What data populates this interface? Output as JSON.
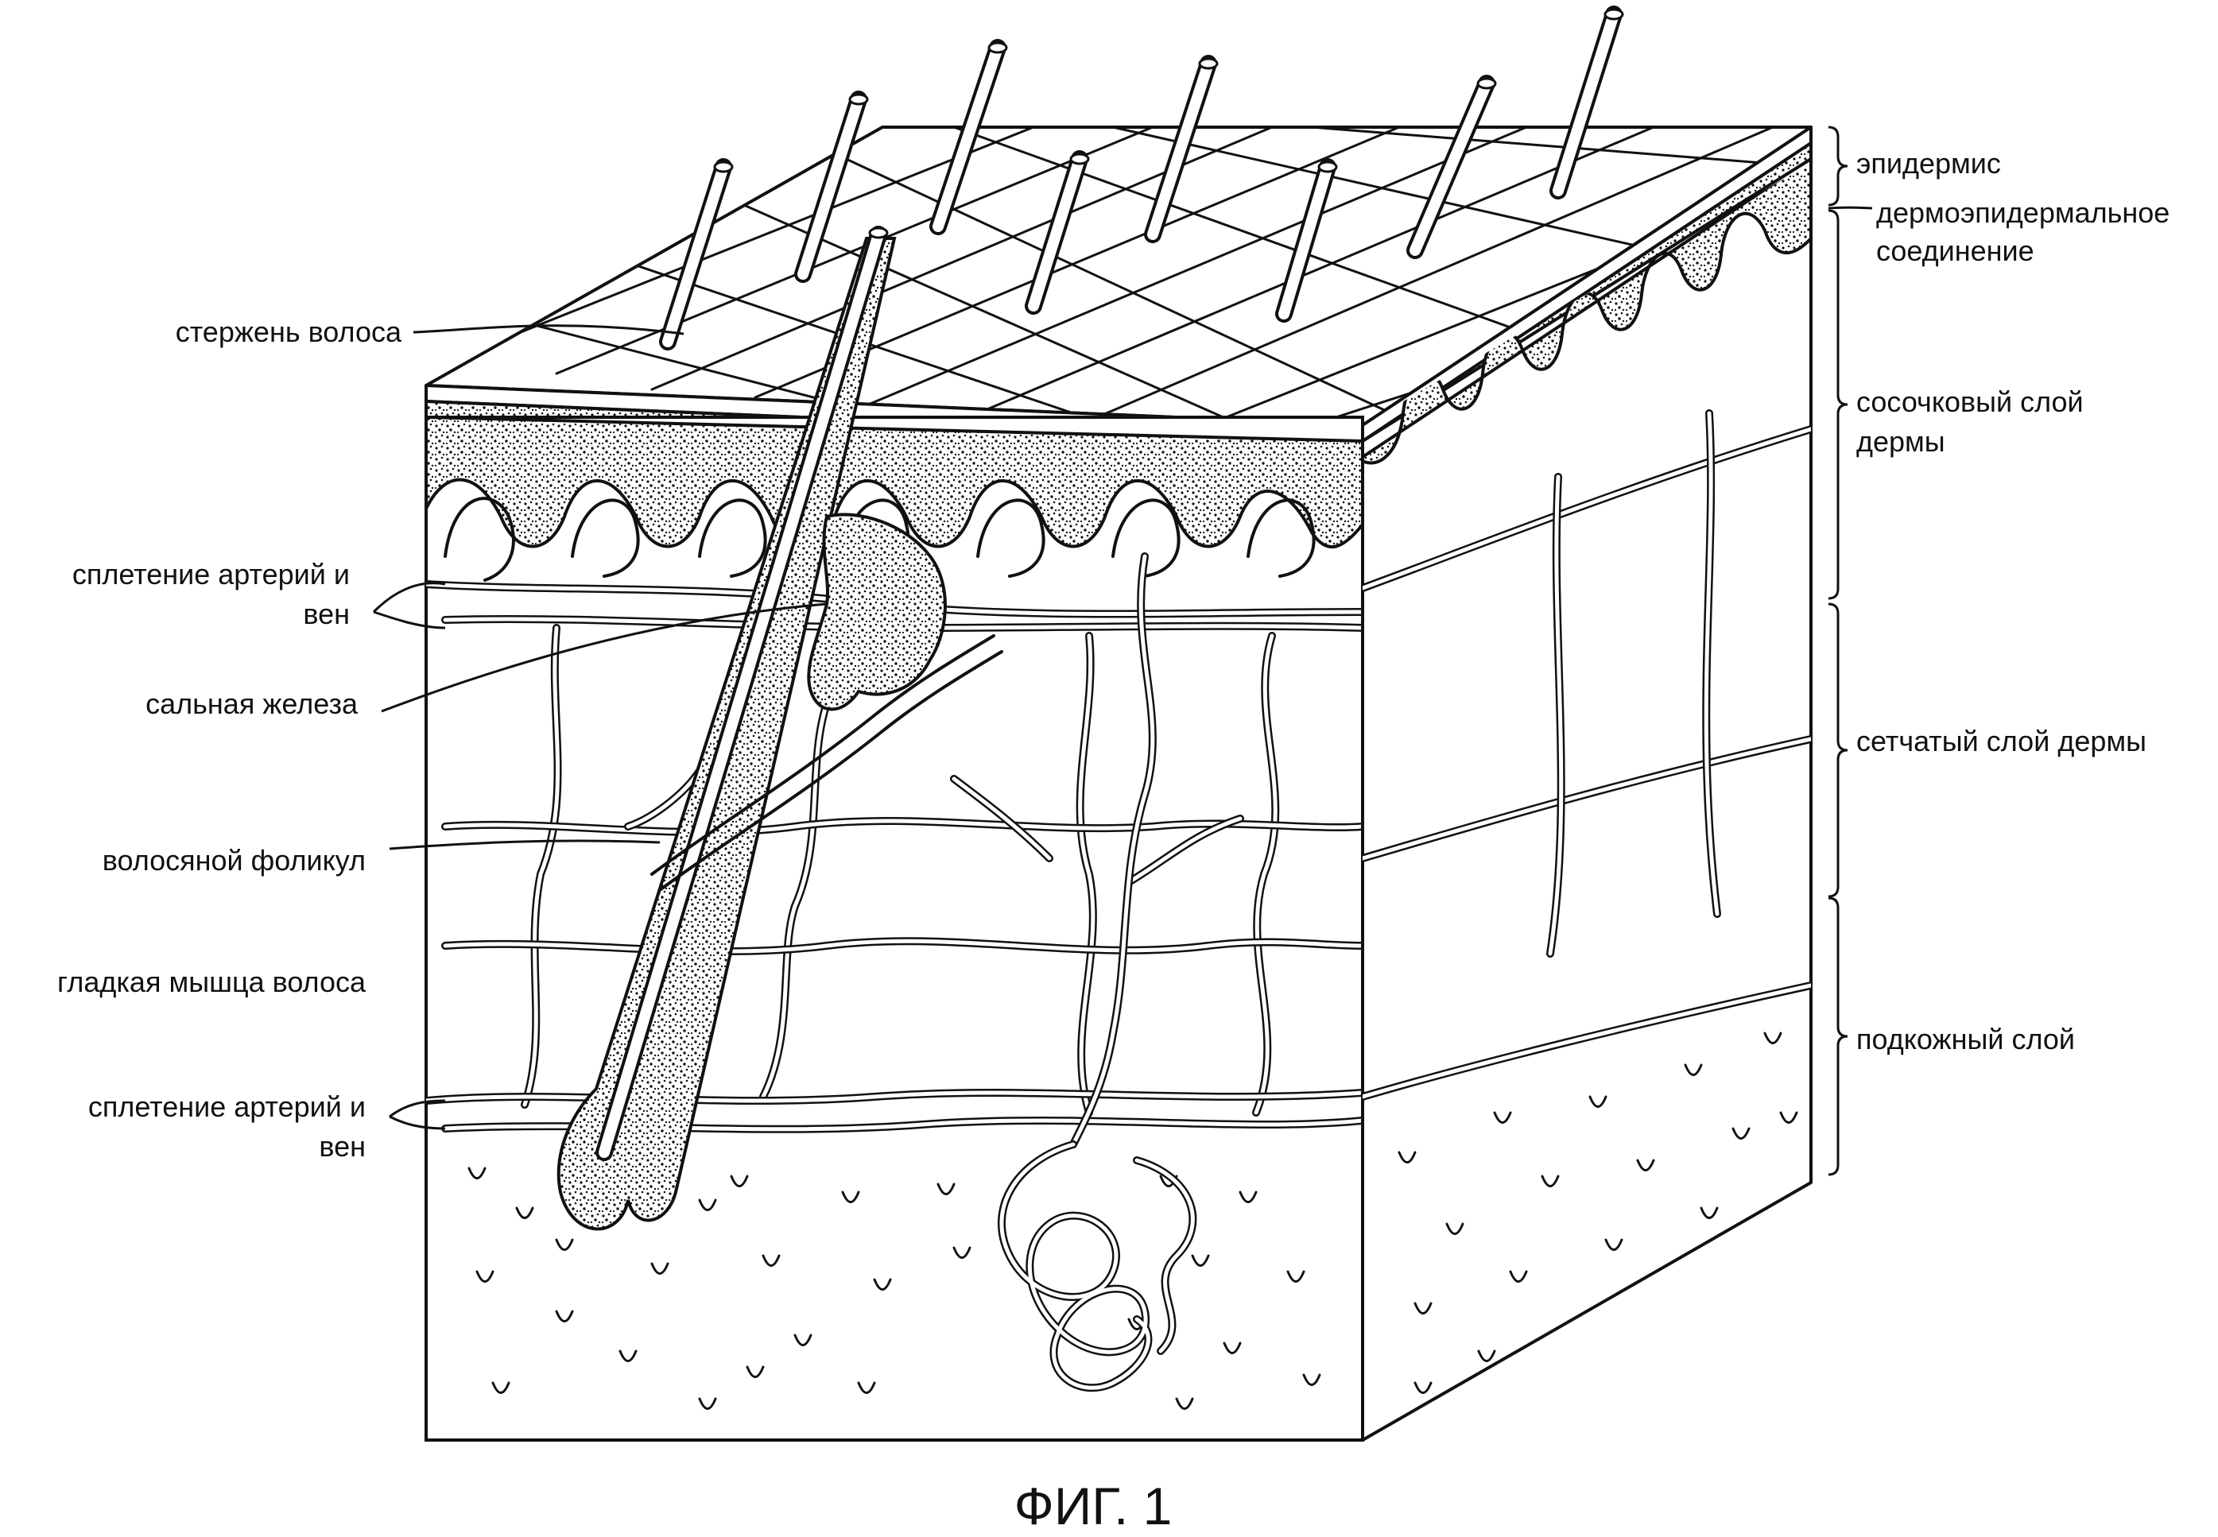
{
  "figure": {
    "caption": "ФИГ. 1",
    "labels_left": {
      "hair_shaft": "стержень волоса",
      "plexus_upper_line1": "сплетение артерий и",
      "plexus_upper_line2": "вен",
      "sebaceous_gland": "сальная железа",
      "hair_follicle": "волосяной фоликул",
      "hair_smooth_muscle": "гладкая мышца волоса",
      "plexus_lower_line1": "сплетение артерий и",
      "plexus_lower_line2": "вен"
    },
    "labels_right": {
      "epidermis": "эпидермис",
      "dej_line1": "дермоэпидермальное",
      "dej_line2": "соединение",
      "papillary_line1": "сосочковый слой",
      "papillary_line2": "дермы",
      "reticular": "сетчатый слой дермы",
      "subcutaneous": "подкожный слой"
    }
  }
}
